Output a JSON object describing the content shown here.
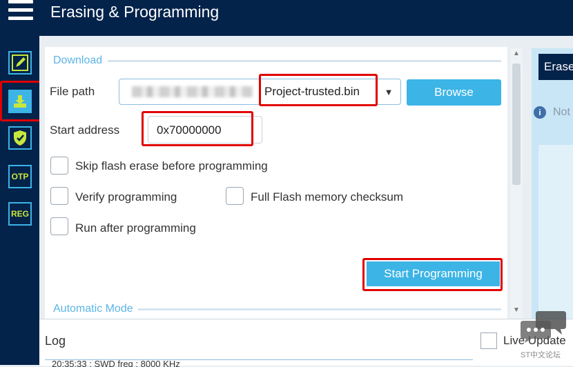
{
  "header": {
    "title": "Erasing & Programming"
  },
  "sidebar": {
    "items": [
      {
        "name": "edit",
        "label": ""
      },
      {
        "name": "download",
        "label": ""
      },
      {
        "name": "security",
        "label": ""
      },
      {
        "name": "otp",
        "label": "OTP"
      },
      {
        "name": "reg",
        "label": "REG"
      }
    ]
  },
  "download": {
    "section_title": "Download",
    "file_path_label": "File path",
    "file_path_value": "Project-trusted.bin",
    "browse_label": "Browse",
    "start_address_label": "Start address",
    "start_address_value": "0x70000000",
    "options": {
      "skip_erase": "Skip flash erase before programming",
      "verify": "Verify programming",
      "full_checksum": "Full Flash memory checksum",
      "run_after": "Run after programming"
    },
    "start_button": "Start Programming",
    "automatic_mode_title": "Automatic Mode"
  },
  "right_panel": {
    "tab_label": "Erase",
    "notice": "Not"
  },
  "log": {
    "title": "Log",
    "live_update_label": "Live Update",
    "first_line": "20:35:33 : SWD freq  : 8000 KHz"
  },
  "watermark": {
    "text": "ST中文论坛"
  },
  "colors": {
    "navy": "#03234b",
    "accent": "#3cb4e6",
    "highlight": "#e10000",
    "icon_green": "#c8e63c"
  }
}
